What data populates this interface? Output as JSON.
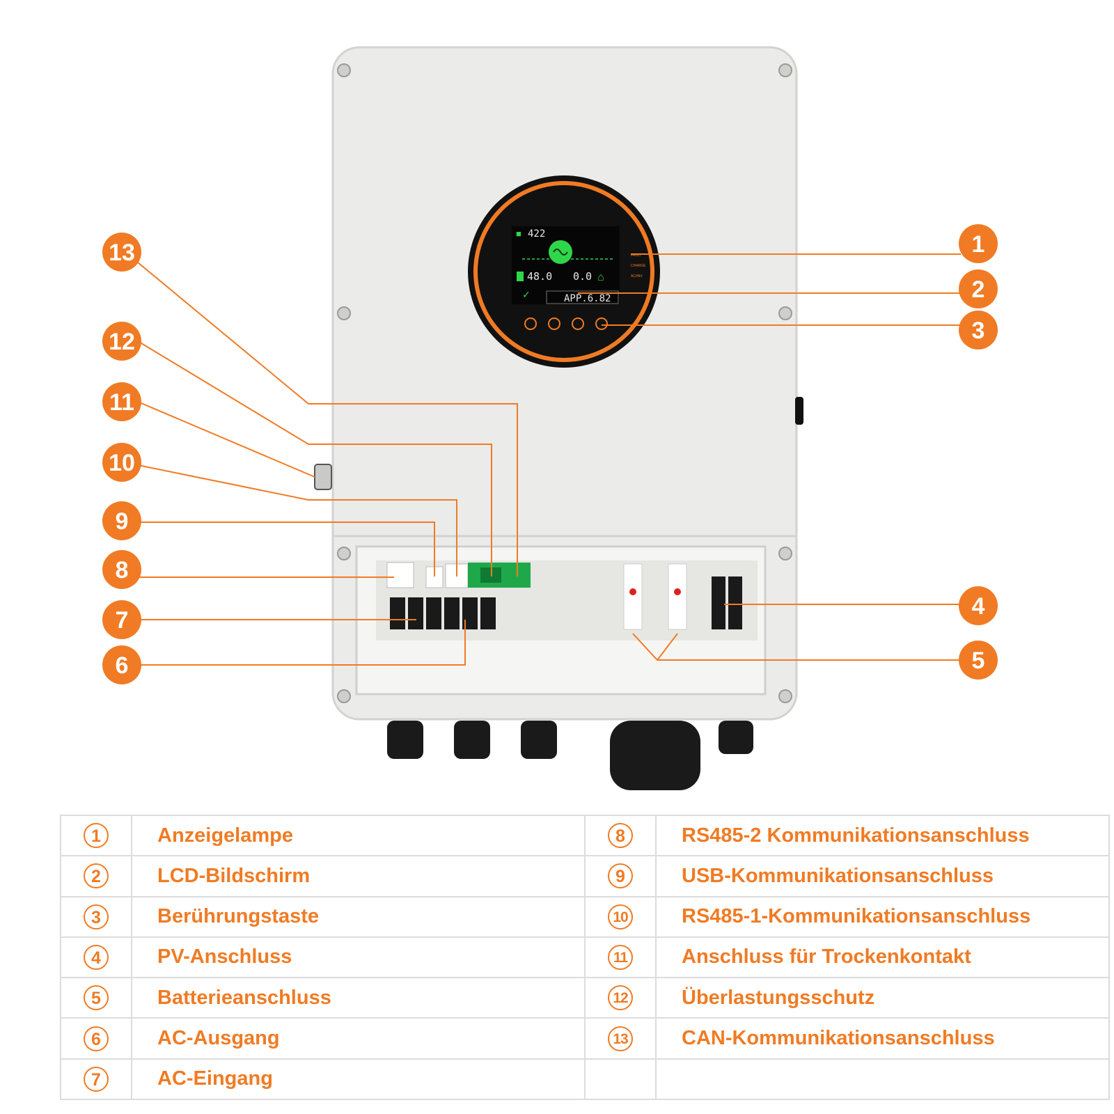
{
  "colors": {
    "accent": "#f07b24",
    "enclosure": "#ebebe9",
    "lcd_green": "#2fd64a",
    "connector_black": "#1a1a1a",
    "table_border": "#dcdcdc"
  },
  "lcd": {
    "pv_voltage": "422",
    "battery_voltage": "48.0",
    "load_power": "0.0",
    "mode": "APP.6.82",
    "indicator_labels": [
      "FAULT",
      "CHARGE",
      "AC/INV"
    ]
  },
  "callouts": [
    "1",
    "2",
    "3",
    "4",
    "5",
    "6",
    "7",
    "8",
    "9",
    "10",
    "11",
    "12",
    "13"
  ],
  "legend": {
    "rows": [
      {
        "left": {
          "num": "1",
          "label": "Anzeigelampe"
        },
        "right": {
          "num": "8",
          "label": "RS485-2 Kommunikationsanschluss"
        }
      },
      {
        "left": {
          "num": "2",
          "label": "LCD-Bildschirm"
        },
        "right": {
          "num": "9",
          "label": "USB-Kommunikationsanschluss"
        }
      },
      {
        "left": {
          "num": "3",
          "label": "Berührungstaste"
        },
        "right": {
          "num": "10",
          "label": "RS485-1-Kommunikationsanschluss"
        }
      },
      {
        "left": {
          "num": "4",
          "label": "PV-Anschluss"
        },
        "right": {
          "num": "11",
          "label": "Anschluss für Trockenkontakt"
        }
      },
      {
        "left": {
          "num": "5",
          "label": "Batterieanschluss"
        },
        "right": {
          "num": "12",
          "label": "Überlastungsschutz"
        }
      },
      {
        "left": {
          "num": "6",
          "label": "AC-Ausgang"
        },
        "right": {
          "num": "13",
          "label": "CAN-Kommunikationsanschluss"
        }
      },
      {
        "left": {
          "num": "7",
          "label": "AC-Eingang"
        },
        "right": {
          "num": "",
          "label": ""
        }
      }
    ]
  }
}
